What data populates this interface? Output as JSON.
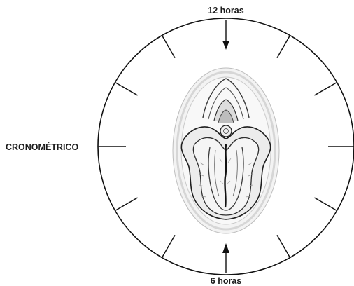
{
  "labels": {
    "top": "12 horas",
    "bottom": "6 horas",
    "left": "CRONOMÉTRICO"
  },
  "dial": {
    "tick_count": 12,
    "stroke_color": "#111111"
  },
  "illustration": {
    "name": "anatomical-drawing",
    "ink_color": "#2a2a2a",
    "shade_color": "#cfcfcf"
  }
}
